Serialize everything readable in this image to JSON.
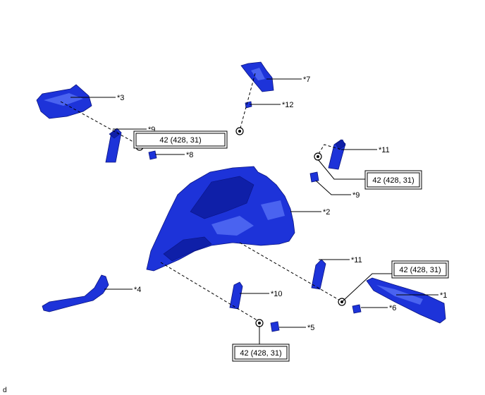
{
  "parts": {
    "p1": "*1",
    "p2": "*2",
    "p3": "*3",
    "p4": "*4",
    "p5": "*5",
    "p6": "*6",
    "p7": "*7",
    "p8": "*8",
    "p9a": "*9",
    "p9b": "*9",
    "p10": "*10",
    "p11a": "*11",
    "p11b": "*11",
    "p12": "*12"
  },
  "torque": {
    "t1": "42 (428, 31)",
    "t2": "42 (428, 31)",
    "t3": "42 (428, 31)",
    "t4": "42 (428, 31)"
  },
  "corner_code": "d",
  "colors": {
    "part_blue": "#1d33d9",
    "outline": "#000000"
  }
}
